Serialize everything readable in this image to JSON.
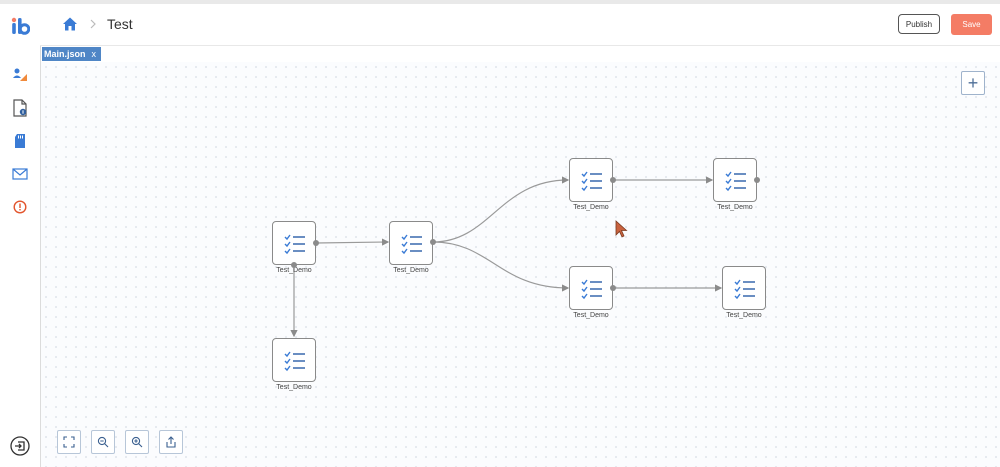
{
  "header": {
    "breadcrumb": "Test",
    "publish_label": "Publish",
    "save_label": "Save"
  },
  "tab": {
    "label": "Main.json",
    "close": "x"
  },
  "nodes": {
    "n1": {
      "label": "Test_Demo"
    },
    "n2": {
      "label": "Test_Demo"
    },
    "n3": {
      "label": "Test_Demo"
    },
    "n4": {
      "label": "Test_Demo"
    },
    "n5": {
      "label": "Test_Demo"
    },
    "n6": {
      "label": "Test_Demo"
    },
    "n7": {
      "label": "Test_Demo"
    }
  },
  "canvas": {
    "add_label": "+"
  },
  "colors": {
    "accent": "#4f86c6",
    "save": "#f47c65",
    "icon_blue": "#3a7bd5",
    "alert": "#e2542c"
  }
}
